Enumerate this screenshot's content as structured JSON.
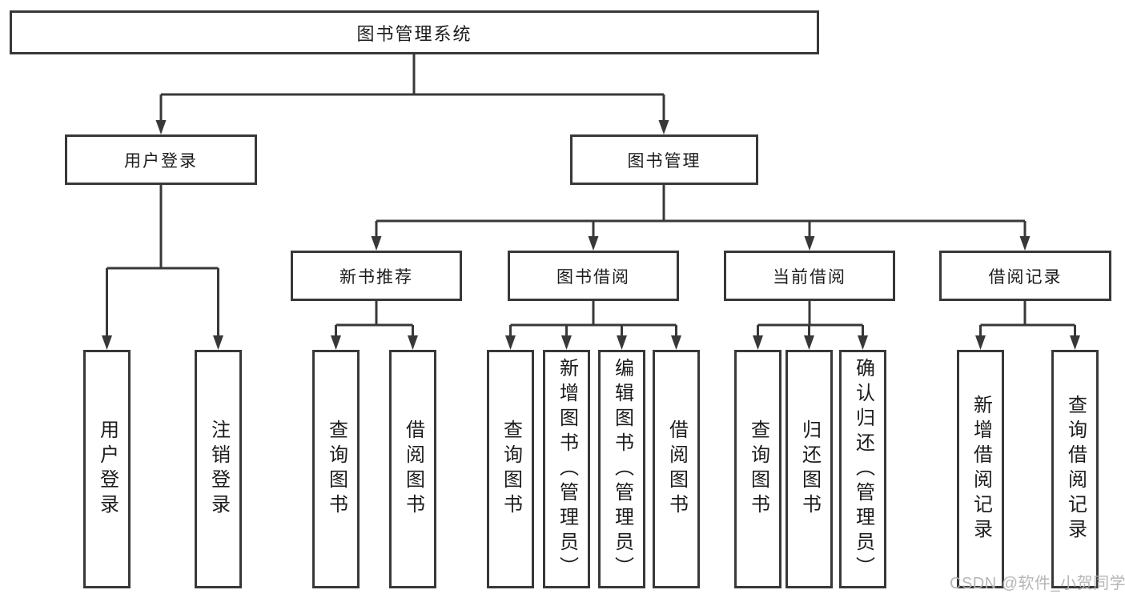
{
  "diagram": {
    "root": {
      "label": "图书管理系统"
    },
    "branches": [
      {
        "label": "用户登录",
        "children": [
          {
            "label": "用户登录"
          },
          {
            "label": "注销登录"
          }
        ]
      },
      {
        "label": "图书管理",
        "children": [
          {
            "label": "新书推荐",
            "children": [
              {
                "label": "查询图书"
              },
              {
                "label": "借阅图书"
              }
            ]
          },
          {
            "label": "图书借阅",
            "children": [
              {
                "label": "查询图书"
              },
              {
                "label": "新增图书（管理员）"
              },
              {
                "label": "编辑图书（管理员）"
              },
              {
                "label": "借阅图书"
              }
            ]
          },
          {
            "label": "当前借阅",
            "children": [
              {
                "label": "查询图书"
              },
              {
                "label": "归还图书"
              },
              {
                "label": "确认归还（管理员）"
              }
            ]
          },
          {
            "label": "借阅记录",
            "children": [
              {
                "label": "新增借阅记录"
              },
              {
                "label": "查询借阅记录"
              }
            ]
          }
        ]
      }
    ]
  },
  "watermark": {
    "text": "CSDN @软件_小贺同学"
  },
  "colors": {
    "line": "#383838",
    "box_border": "#383838",
    "box_fill": "#ffffff",
    "text": "#1c1c1c",
    "background": "#ffffff",
    "watermark": "#b2b2b2"
  }
}
